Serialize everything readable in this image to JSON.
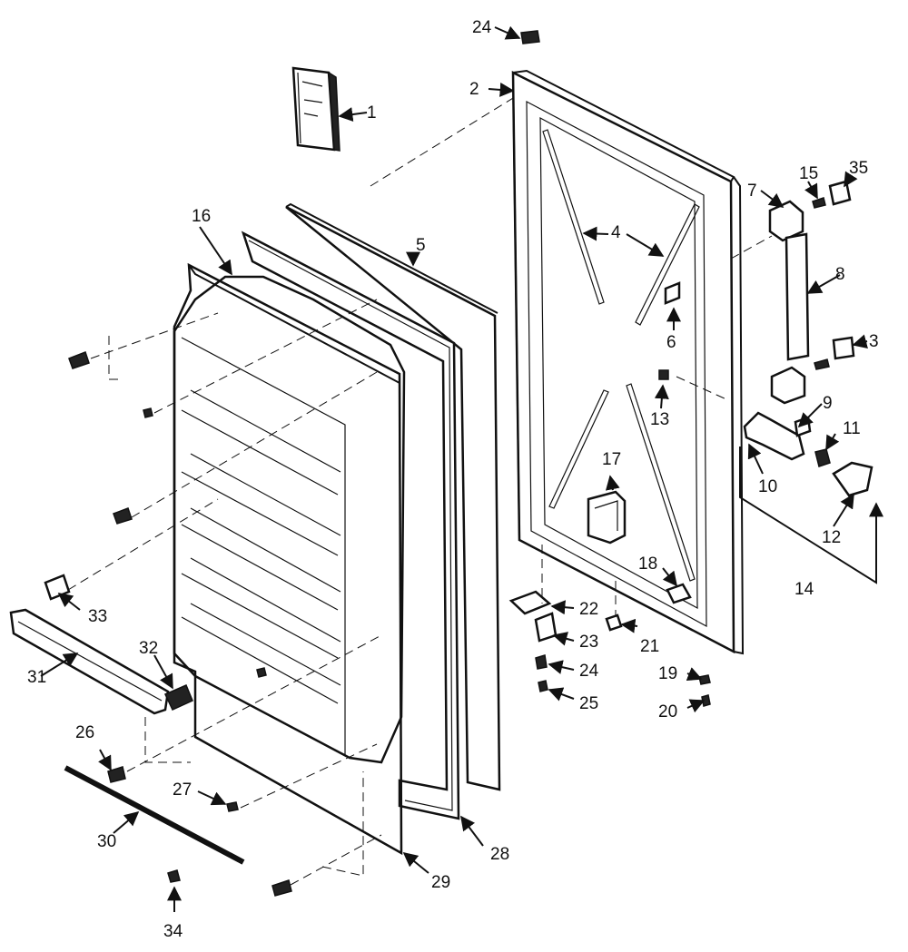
{
  "diagram": {
    "callouts": [
      "1",
      "2",
      "3",
      "4",
      "5",
      "6",
      "7",
      "8",
      "9",
      "10",
      "11",
      "12",
      "13",
      "14",
      "15",
      "16",
      "17",
      "18",
      "19",
      "20",
      "21",
      "22",
      "23",
      "24",
      "24",
      "25",
      "26",
      "27",
      "28",
      "29",
      "30",
      "31",
      "32",
      "33",
      "34",
      "35"
    ]
  }
}
